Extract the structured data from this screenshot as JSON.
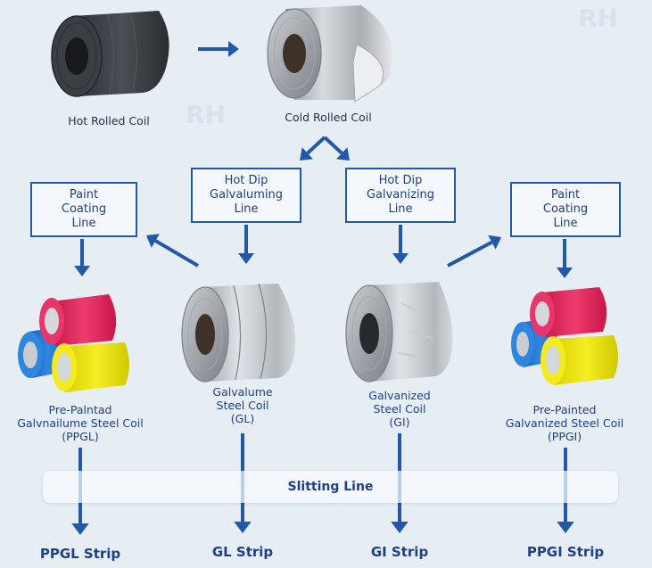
{
  "watermark": "RH",
  "colors": {
    "arrow": "#2358a8",
    "text": "#1f3f86",
    "background": "#e6eef4"
  },
  "nodes": {
    "hot_rolled": "Hot Rolled Coil",
    "cold_rolled": "Cold Rolled Coil",
    "galvaluming_line": [
      "Hot Dip",
      "Galvaluming",
      "Line"
    ],
    "galvanizing_line": [
      "Hot Dip",
      "Galvanizing",
      "Line"
    ],
    "paint_left": [
      "Paint",
      "Coating",
      "Line"
    ],
    "paint_right": [
      "Paint",
      "Coating",
      "Line"
    ],
    "ppgl": [
      "Pre-Palntad",
      "Galvnailume Steel Coil",
      "(PPGL)"
    ],
    "gl": [
      "Galvalume",
      "Steel Coil",
      "(GL)"
    ],
    "gi": [
      "Galvanized",
      "Steel Coil",
      "(GI)"
    ],
    "ppgi": [
      "Pre-Painted",
      "Galvanized Steel Coil",
      "(PPGI)"
    ]
  },
  "slitting_line": "Slitting Line",
  "strips": [
    "PPGL Strip",
    "GL Strip",
    "GI Strip",
    "PPGI Strip"
  ]
}
